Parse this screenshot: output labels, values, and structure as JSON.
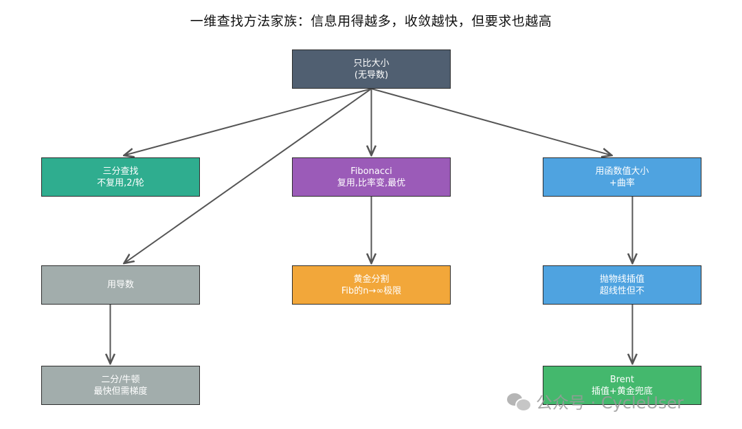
{
  "title": "一维查找方法家族：信息用得越多，收敛越快，但要求也越高",
  "colors": {
    "root": "#505f71",
    "ternary": "#2fad8f",
    "fibonacci": "#9b5bb8",
    "function_value": "#4fa3e0",
    "derivative": "#a2adac",
    "golden": "#f2a73a",
    "parabolic": "#4fa3e0",
    "bisection": "#a2adac",
    "brent": "#44b86d",
    "arrow": "#555555"
  },
  "nodes": {
    "root": {
      "line1": "只比大小",
      "line2": "(无导数)"
    },
    "ternary": {
      "line1": "三分查找",
      "line2": "不复用,2/轮"
    },
    "fibonacci": {
      "line1": "Fibonacci",
      "line2": "复用,比率变,最优"
    },
    "function_value": {
      "line1": "用函数值大小",
      "line2": "+曲率"
    },
    "derivative": {
      "line1": "用导数"
    },
    "golden": {
      "line1": "黄金分割",
      "line2": "Fib的n→∞极限"
    },
    "parabolic": {
      "line1": "抛物线插值",
      "line2": "超线性但不"
    },
    "bisection": {
      "line1": "二分/牛顿",
      "line2": "最快但需梯度"
    },
    "brent": {
      "line1": "Brent",
      "line2": "插值+黄金兜底"
    }
  },
  "edges": [
    [
      "root",
      "ternary"
    ],
    [
      "root",
      "fibonacci"
    ],
    [
      "root",
      "function_value"
    ],
    [
      "root",
      "derivative"
    ],
    [
      "fibonacci",
      "golden"
    ],
    [
      "function_value",
      "parabolic"
    ],
    [
      "derivative",
      "bisection"
    ],
    [
      "parabolic",
      "brent"
    ]
  ],
  "watermark": {
    "icon": "wechat-icon",
    "text": "公众号 · CycleUser"
  }
}
